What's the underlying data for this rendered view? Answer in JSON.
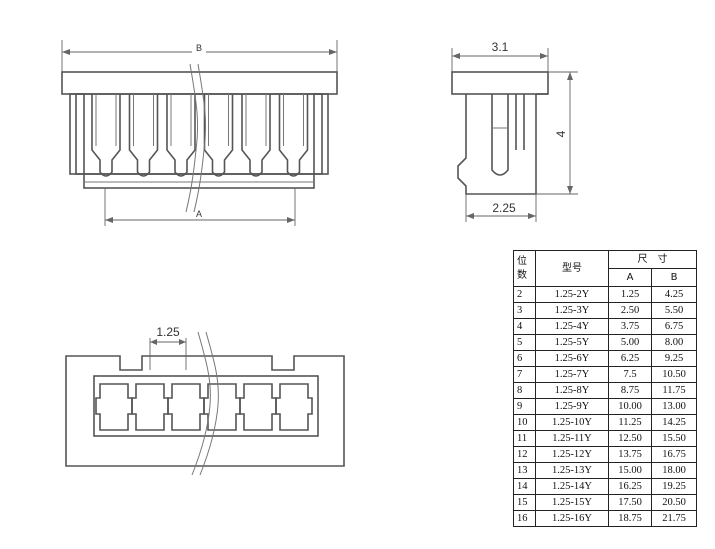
{
  "labels": {
    "top_width": "B",
    "bottom_width": "A",
    "side_depth": "3.1",
    "side_height": "4",
    "side_base": "2.25",
    "pitch": "1.25"
  },
  "table": {
    "col_position": "位\n数",
    "col_position_top": "位",
    "col_position_bottom": "数",
    "col_model": "型号",
    "col_dimension": "尺　寸",
    "col_a": "A",
    "col_b": "B",
    "rows": [
      {
        "pos": "2",
        "model": "1.25-2Y",
        "a": "1.25",
        "b": "4.25"
      },
      {
        "pos": "3",
        "model": "1.25-3Y",
        "a": "2.50",
        "b": "5.50"
      },
      {
        "pos": "4",
        "model": "1.25-4Y",
        "a": "3.75",
        "b": "6.75"
      },
      {
        "pos": "5",
        "model": "1.25-5Y",
        "a": "5.00",
        "b": "8.00"
      },
      {
        "pos": "6",
        "model": "1.25-6Y",
        "a": "6.25",
        "b": "9.25"
      },
      {
        "pos": "7",
        "model": "1.25-7Y",
        "a": "7.5",
        "b": "10.50"
      },
      {
        "pos": "8",
        "model": "1.25-8Y",
        "a": "8.75",
        "b": "11.75"
      },
      {
        "pos": "9",
        "model": "1.25-9Y",
        "a": "10.00",
        "b": "13.00"
      },
      {
        "pos": "10",
        "model": "1.25-10Y",
        "a": "11.25",
        "b": "14.25"
      },
      {
        "pos": "11",
        "model": "1.25-11Y",
        "a": "12.50",
        "b": "15.50"
      },
      {
        "pos": "12",
        "model": "1.25-12Y",
        "a": "13.75",
        "b": "16.75"
      },
      {
        "pos": "13",
        "model": "1.25-13Y",
        "a": "15.00",
        "b": "18.00"
      },
      {
        "pos": "14",
        "model": "1.25-14Y",
        "a": "16.25",
        "b": "19.25"
      },
      {
        "pos": "15",
        "model": "1.25-15Y",
        "a": "17.50",
        "b": "20.50"
      },
      {
        "pos": "16",
        "model": "1.25-16Y",
        "a": "18.75",
        "b": "21.75"
      }
    ]
  }
}
